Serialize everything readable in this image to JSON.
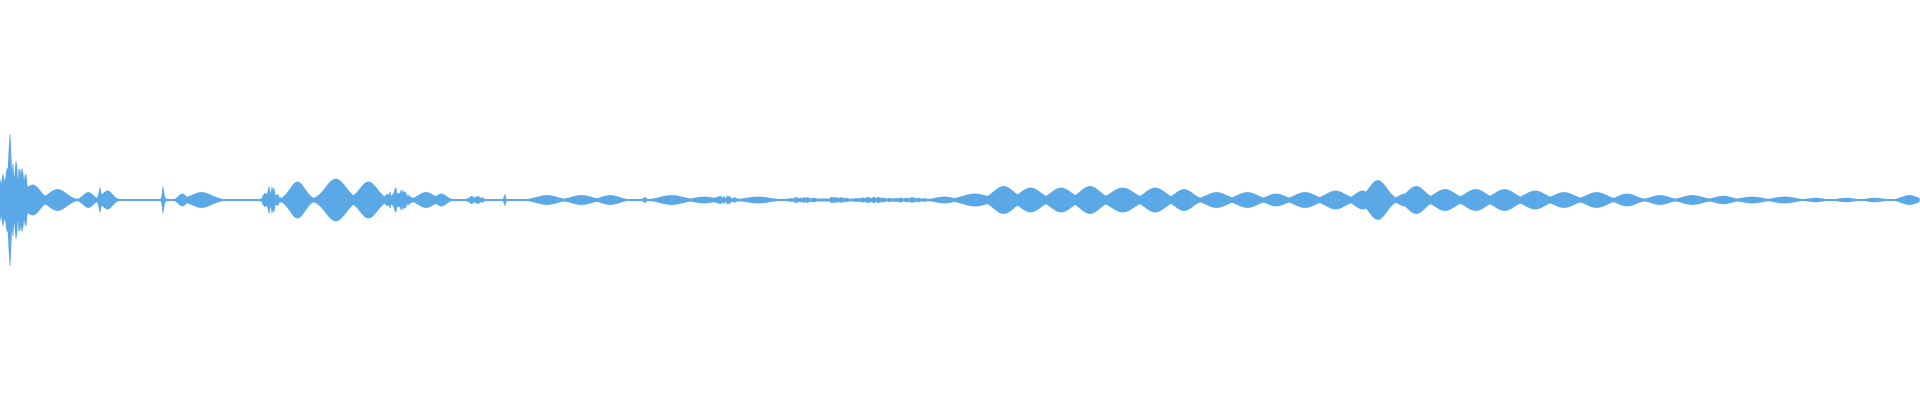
{
  "waveform": {
    "color": "#5aa9e6",
    "background": "#ffffff",
    "bursts": [
      {
        "t": 0.0,
        "a": 0.18,
        "w": 0.006,
        "kind": "noise"
      },
      {
        "t": 0.005,
        "a": 0.55,
        "w": 0.004,
        "kind": "spike"
      },
      {
        "t": 0.009,
        "a": 0.28,
        "w": 0.005,
        "kind": "noise"
      },
      {
        "t": 0.017,
        "a": 0.1,
        "w": 0.006,
        "kind": "blob"
      },
      {
        "t": 0.03,
        "a": 0.07,
        "w": 0.007,
        "kind": "blob"
      },
      {
        "t": 0.046,
        "a": 0.05,
        "w": 0.004,
        "kind": "blob"
      },
      {
        "t": 0.052,
        "a": 0.12,
        "w": 0.002,
        "kind": "spike"
      },
      {
        "t": 0.056,
        "a": 0.06,
        "w": 0.004,
        "kind": "blob"
      },
      {
        "t": 0.085,
        "a": 0.1,
        "w": 0.0015,
        "kind": "spike"
      },
      {
        "t": 0.095,
        "a": 0.04,
        "w": 0.003,
        "kind": "blob"
      },
      {
        "t": 0.105,
        "a": 0.05,
        "w": 0.008,
        "kind": "blob"
      },
      {
        "t": 0.141,
        "a": 0.1,
        "w": 0.003,
        "kind": "noise"
      },
      {
        "t": 0.155,
        "a": 0.12,
        "w": 0.006,
        "kind": "blob"
      },
      {
        "t": 0.175,
        "a": 0.14,
        "w": 0.008,
        "kind": "blob"
      },
      {
        "t": 0.192,
        "a": 0.12,
        "w": 0.007,
        "kind": "blob"
      },
      {
        "t": 0.207,
        "a": 0.08,
        "w": 0.005,
        "kind": "noise"
      },
      {
        "t": 0.222,
        "a": 0.05,
        "w": 0.006,
        "kind": "blob"
      },
      {
        "t": 0.23,
        "a": 0.04,
        "w": 0.004,
        "kind": "blob"
      },
      {
        "t": 0.248,
        "a": 0.04,
        "w": 0.003,
        "kind": "noise"
      },
      {
        "t": 0.263,
        "a": 0.06,
        "w": 0.001,
        "kind": "spike"
      },
      {
        "t": 0.285,
        "a": 0.03,
        "w": 0.008,
        "kind": "blob"
      },
      {
        "t": 0.303,
        "a": 0.03,
        "w": 0.008,
        "kind": "blob"
      },
      {
        "t": 0.318,
        "a": 0.03,
        "w": 0.007,
        "kind": "blob"
      },
      {
        "t": 0.336,
        "a": 0.03,
        "w": 0.002,
        "kind": "spike"
      },
      {
        "t": 0.35,
        "a": 0.03,
        "w": 0.009,
        "kind": "blob"
      },
      {
        "t": 0.367,
        "a": 0.02,
        "w": 0.008,
        "kind": "blob"
      },
      {
        "t": 0.378,
        "a": 0.03,
        "w": 0.006,
        "kind": "noise"
      },
      {
        "t": 0.395,
        "a": 0.02,
        "w": 0.009,
        "kind": "blob"
      },
      {
        "t": 0.418,
        "a": 0.02,
        "w": 0.007,
        "kind": "noise"
      },
      {
        "t": 0.436,
        "a": 0.02,
        "w": 0.008,
        "kind": "noise"
      },
      {
        "t": 0.455,
        "a": 0.02,
        "w": 0.009,
        "kind": "noise"
      },
      {
        "t": 0.475,
        "a": 0.02,
        "w": 0.008,
        "kind": "noise"
      },
      {
        "t": 0.492,
        "a": 0.02,
        "w": 0.007,
        "kind": "blob"
      },
      {
        "t": 0.508,
        "a": 0.04,
        "w": 0.01,
        "kind": "blob"
      },
      {
        "t": 0.523,
        "a": 0.09,
        "w": 0.008,
        "kind": "blob"
      },
      {
        "t": 0.537,
        "a": 0.08,
        "w": 0.008,
        "kind": "blob"
      },
      {
        "t": 0.553,
        "a": 0.08,
        "w": 0.008,
        "kind": "blob"
      },
      {
        "t": 0.568,
        "a": 0.09,
        "w": 0.008,
        "kind": "blob"
      },
      {
        "t": 0.585,
        "a": 0.08,
        "w": 0.009,
        "kind": "blob"
      },
      {
        "t": 0.602,
        "a": 0.08,
        "w": 0.008,
        "kind": "blob"
      },
      {
        "t": 0.617,
        "a": 0.07,
        "w": 0.007,
        "kind": "blob"
      },
      {
        "t": 0.634,
        "a": 0.05,
        "w": 0.008,
        "kind": "blob"
      },
      {
        "t": 0.65,
        "a": 0.05,
        "w": 0.008,
        "kind": "blob"
      },
      {
        "t": 0.665,
        "a": 0.04,
        "w": 0.007,
        "kind": "blob"
      },
      {
        "t": 0.68,
        "a": 0.05,
        "w": 0.008,
        "kind": "blob"
      },
      {
        "t": 0.696,
        "a": 0.06,
        "w": 0.008,
        "kind": "blob"
      },
      {
        "t": 0.71,
        "a": 0.06,
        "w": 0.006,
        "kind": "blob"
      },
      {
        "t": 0.718,
        "a": 0.13,
        "w": 0.007,
        "kind": "blob"
      },
      {
        "t": 0.732,
        "a": 0.04,
        "w": 0.005,
        "kind": "blob"
      },
      {
        "t": 0.738,
        "a": 0.09,
        "w": 0.007,
        "kind": "blob"
      },
      {
        "t": 0.753,
        "a": 0.07,
        "w": 0.008,
        "kind": "blob"
      },
      {
        "t": 0.769,
        "a": 0.07,
        "w": 0.008,
        "kind": "blob"
      },
      {
        "t": 0.784,
        "a": 0.07,
        "w": 0.008,
        "kind": "blob"
      },
      {
        "t": 0.8,
        "a": 0.06,
        "w": 0.008,
        "kind": "blob"
      },
      {
        "t": 0.815,
        "a": 0.05,
        "w": 0.008,
        "kind": "blob"
      },
      {
        "t": 0.832,
        "a": 0.05,
        "w": 0.008,
        "kind": "blob"
      },
      {
        "t": 0.848,
        "a": 0.04,
        "w": 0.007,
        "kind": "blob"
      },
      {
        "t": 0.865,
        "a": 0.03,
        "w": 0.007,
        "kind": "blob"
      },
      {
        "t": 0.882,
        "a": 0.03,
        "w": 0.008,
        "kind": "blob"
      },
      {
        "t": 0.898,
        "a": 0.025,
        "w": 0.007,
        "kind": "blob"
      },
      {
        "t": 0.913,
        "a": 0.02,
        "w": 0.008,
        "kind": "blob"
      },
      {
        "t": 0.93,
        "a": 0.02,
        "w": 0.008,
        "kind": "blob"
      },
      {
        "t": 0.946,
        "a": 0.012,
        "w": 0.006,
        "kind": "blob"
      },
      {
        "t": 0.962,
        "a": 0.012,
        "w": 0.006,
        "kind": "blob"
      },
      {
        "t": 0.977,
        "a": 0.012,
        "w": 0.006,
        "kind": "blob"
      },
      {
        "t": 0.995,
        "a": 0.03,
        "w": 0.006,
        "kind": "blob"
      }
    ]
  }
}
